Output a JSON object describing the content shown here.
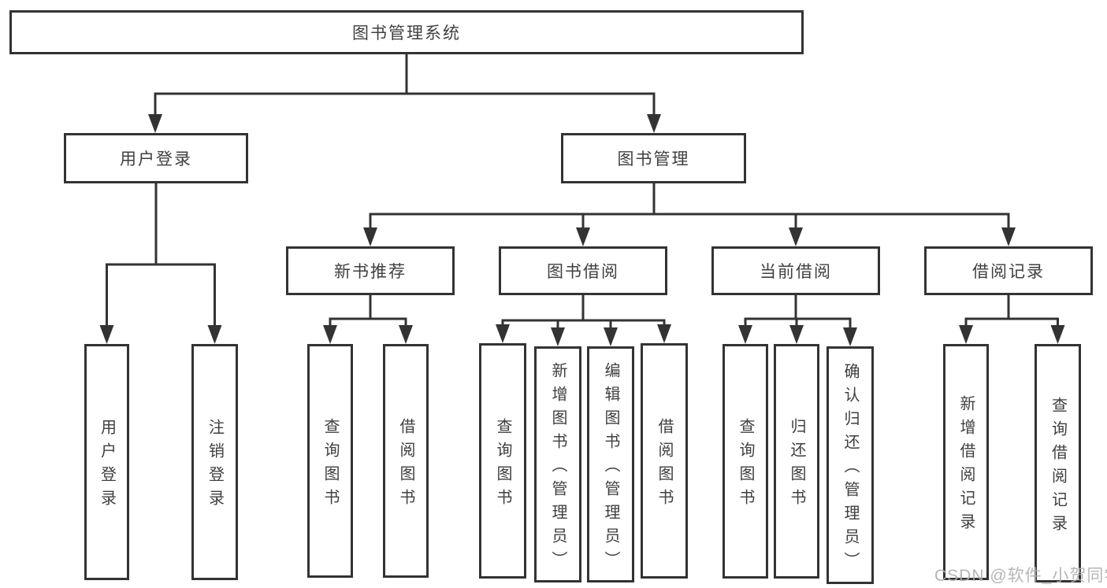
{
  "watermark": "CSDN @软件_小贺同学",
  "colors": {
    "line": "#333333",
    "text": "#3f3f3f",
    "watermark": "#b0aeae",
    "background": "#ffffff"
  },
  "tree": {
    "root": {
      "label": "图书管理系统",
      "children": [
        {
          "label": "用户登录",
          "children": [
            {
              "label": "用户登录"
            },
            {
              "label": "注销登录"
            }
          ]
        },
        {
          "label": "图书管理",
          "children": [
            {
              "label": "新书推荐",
              "children": [
                {
                  "label": "查询图书"
                },
                {
                  "label": "借阅图书"
                }
              ]
            },
            {
              "label": "图书借阅",
              "children": [
                {
                  "label": "查询图书"
                },
                {
                  "label": "新增图书（管理员）"
                },
                {
                  "label": "编辑图书（管理员）"
                },
                {
                  "label": "借阅图书"
                }
              ]
            },
            {
              "label": "当前借阅",
              "children": [
                {
                  "label": "查询图书"
                },
                {
                  "label": "归还图书"
                },
                {
                  "label": "确认归还（管理员）"
                }
              ]
            },
            {
              "label": "借阅记录",
              "children": [
                {
                  "label": "新增借阅记录"
                },
                {
                  "label": "查询借阅记录"
                }
              ]
            }
          ]
        }
      ]
    }
  }
}
